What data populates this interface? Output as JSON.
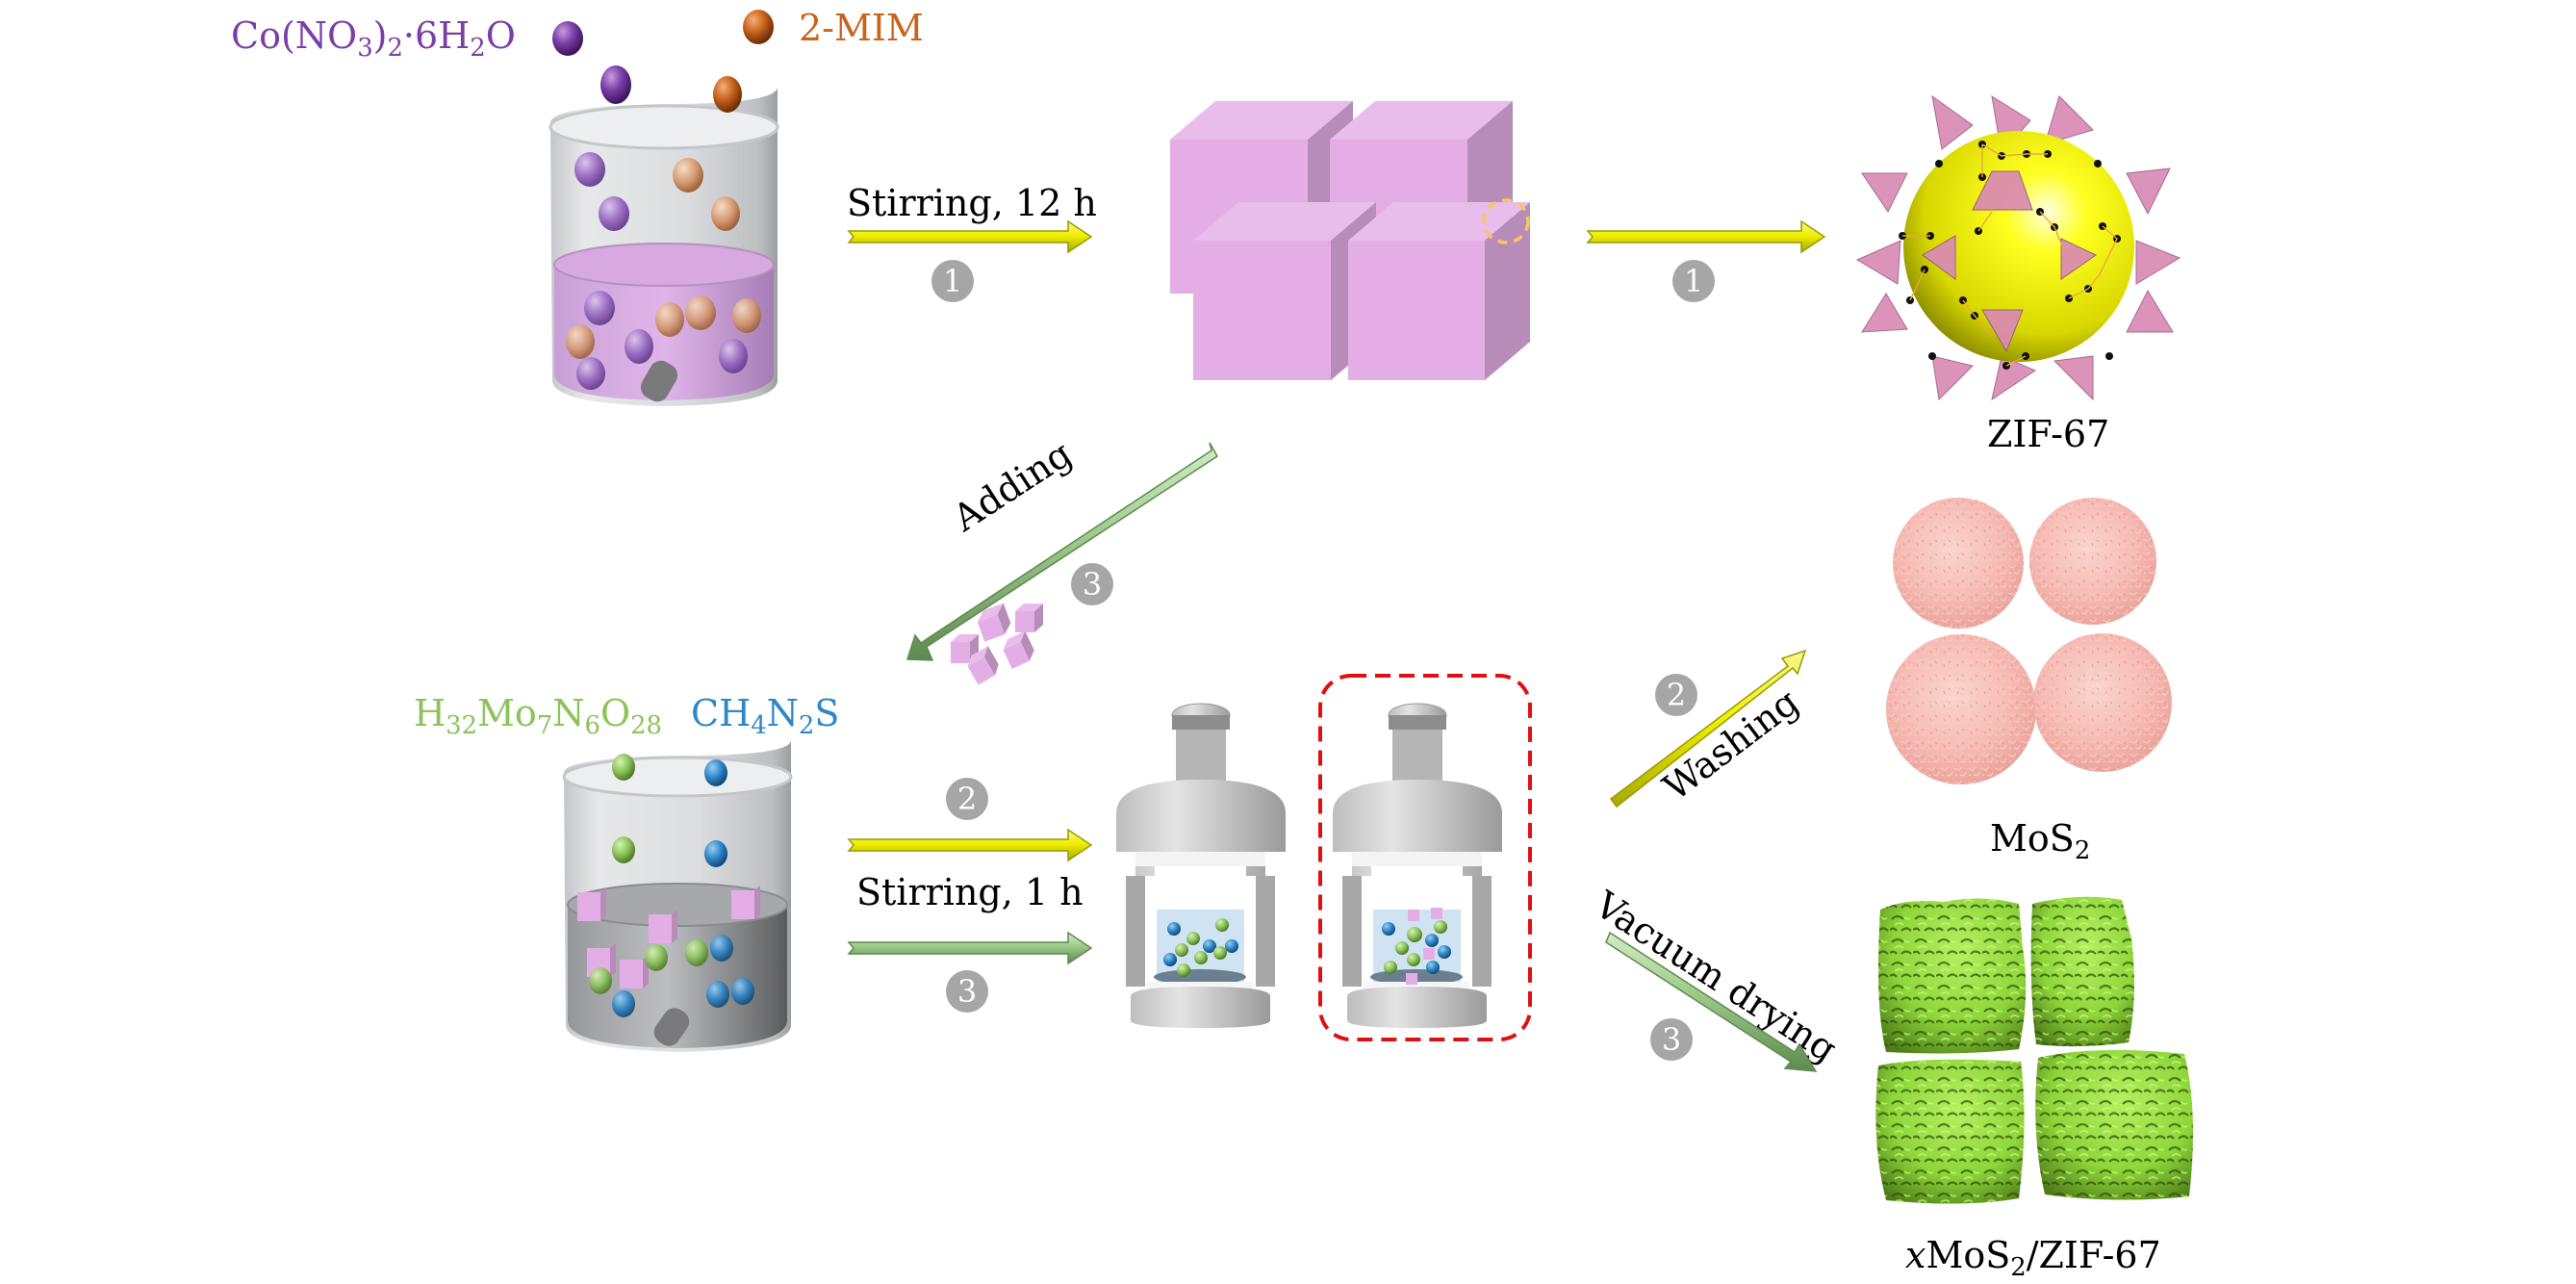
{
  "title": "Synthesis scheme of ZIF-67, MoS2 and xMoS2/ZIF-67",
  "colors": {
    "cobalt_purple": "#7a3fa6",
    "mim_orange": "#c8641c",
    "ammonium_molybdate_green": "#8cc35a",
    "thiourea_blue": "#2f86c8",
    "zif_cube_pink": "#e3aee6",
    "yellow_arrow": "#e8e800",
    "green_arrow": "#9cc98a",
    "badge_gray": "#a6a6a6",
    "autoclave_highlight": "#e01010",
    "mos2_pink": "#f5b7b0",
    "composite_green": "#8ed63a"
  },
  "reagents_top": {
    "cobalt": {
      "name": "Co(NO",
      "sub1": "3",
      "mid": ")",
      "sub2": "2",
      "tail": "·6H",
      "sub3": "2",
      "end": "O"
    },
    "mim": {
      "name": "2-MIM"
    }
  },
  "reagents_bottom": {
    "molybdate": {
      "p1": "H",
      "s1": "32",
      "p2": "Mo",
      "s2": "7",
      "p3": "N",
      "s3": "6",
      "p4": "O",
      "s4": "28"
    },
    "thiourea": {
      "p1": "CH",
      "s1": "4",
      "p2": "N",
      "s2": "2",
      "p3": "S"
    }
  },
  "steps": {
    "stirring_12h": "Stirring, 12 h",
    "stirring_1h": "Stirring, 1 h",
    "adding": "Adding",
    "washing": "Washing",
    "vacuum_drying": "Vacuum drying"
  },
  "badges": {
    "step1_a": "1",
    "step1_b": "1",
    "step2_a": "2",
    "step2_b": "2",
    "step3_a": "3",
    "step3_b": "3",
    "step3_c": "3"
  },
  "products": {
    "zif67": "ZIF-67",
    "mos2": {
      "p1": "MoS",
      "s1": "2"
    },
    "composite": {
      "italic": "x",
      "p1": "MoS",
      "s1": "2",
      "p2": "/ZIF-67"
    }
  }
}
